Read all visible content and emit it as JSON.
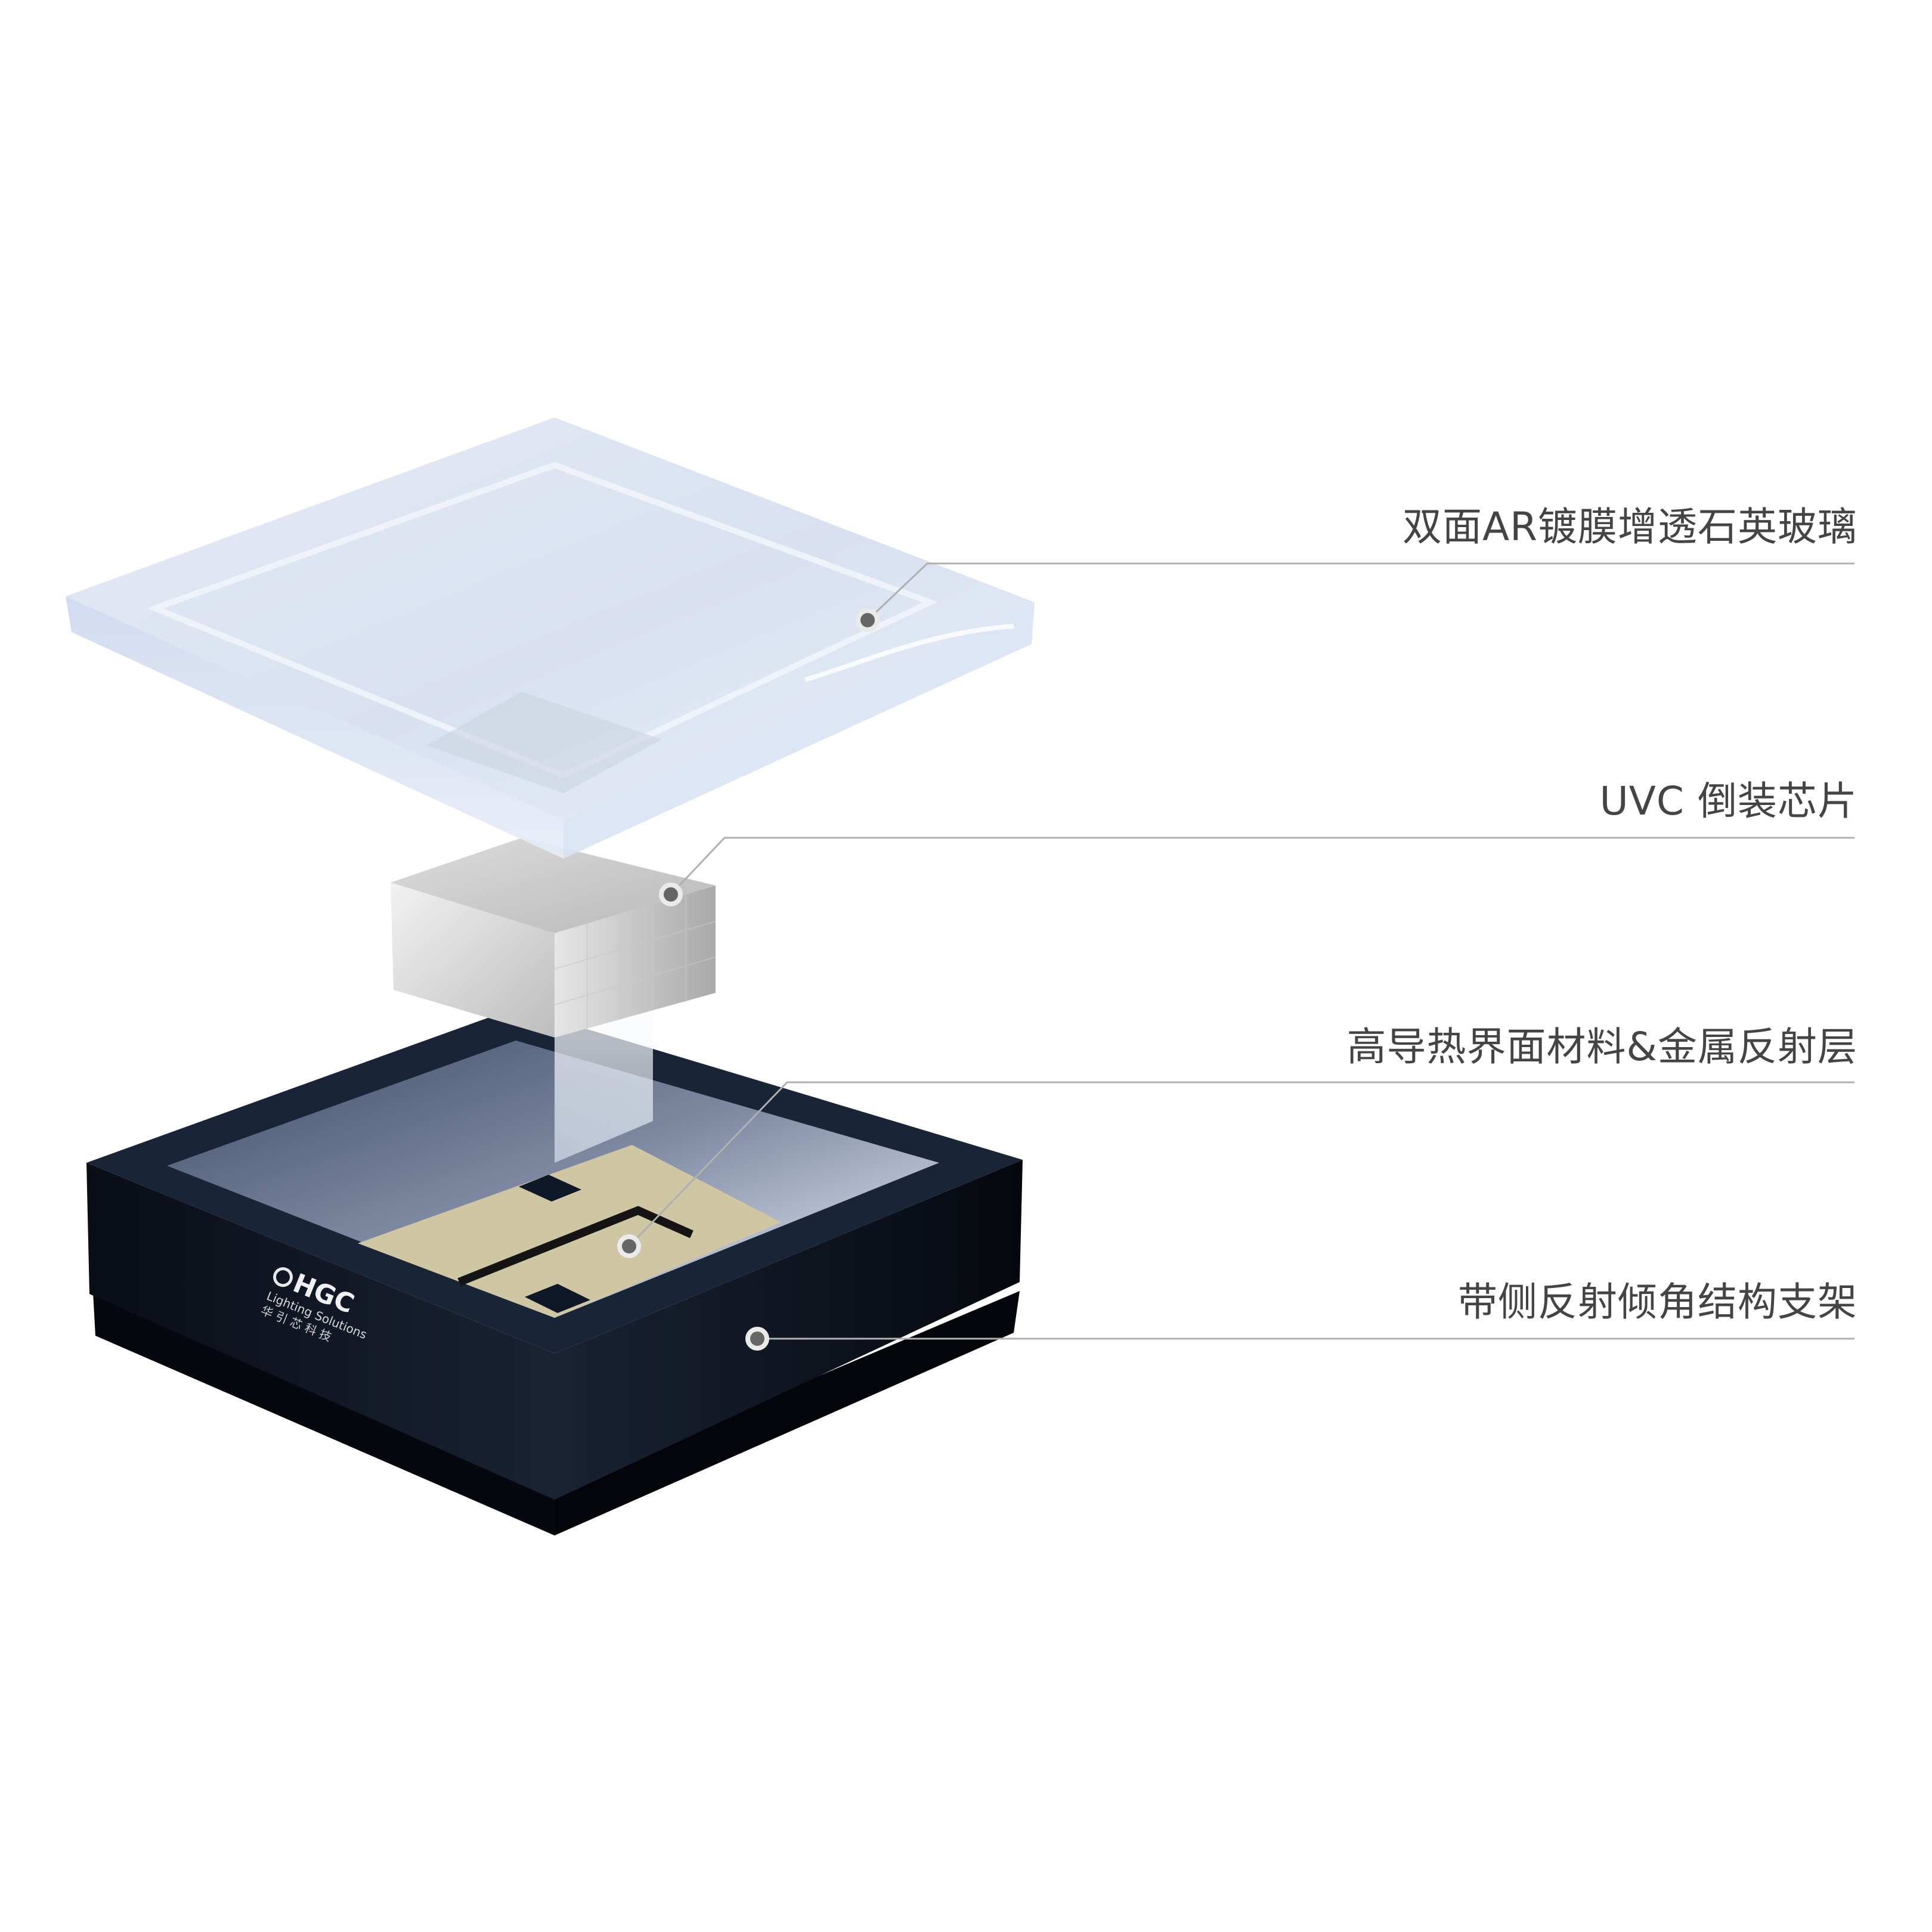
{
  "diagram": {
    "layers": [
      {
        "id": "glass",
        "label": "双面AR镀膜增透石英玻璃"
      },
      {
        "id": "chip",
        "label": "UVC 倒装芯片"
      },
      {
        "id": "tim",
        "label": "高导热界面材料&金属反射层"
      },
      {
        "id": "frame",
        "label": "带侧反射倾角结构支架"
      }
    ],
    "logo": {
      "brand": "HGC",
      "tagline": "Lighting Solutions",
      "chinese": "华 引 芯 科 技"
    }
  },
  "colors": {
    "glass": "#dbe3f2",
    "chip": "#d8d8d8",
    "frame": "#0d1320",
    "pad": "#cfc7a4",
    "leader": "#b0b0b0",
    "marker": "#555555"
  }
}
